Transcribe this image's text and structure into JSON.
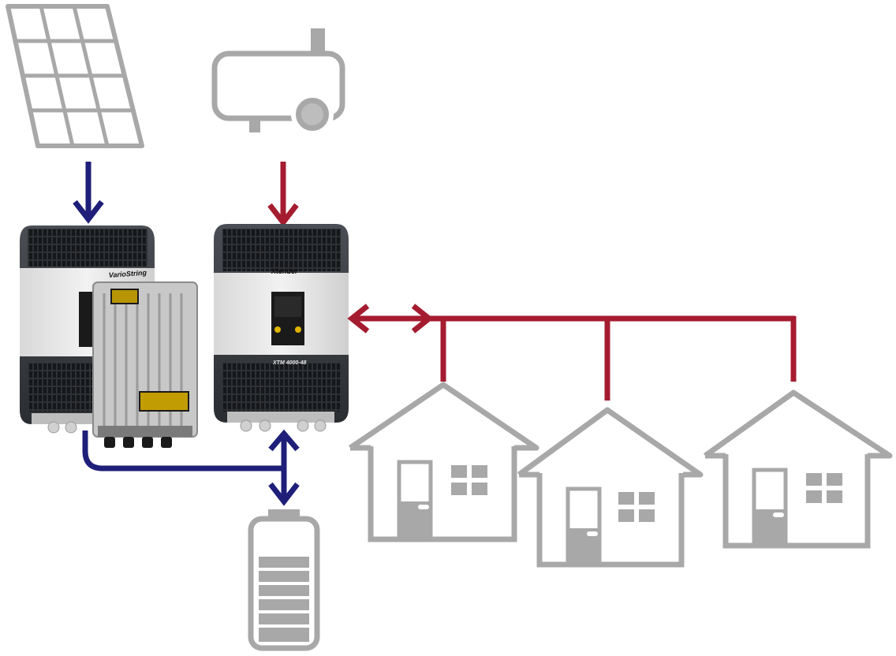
{
  "devices": {
    "varistring": {
      "label": "VarioString"
    },
    "xtender": {
      "label": "Xtender",
      "model": "XTM 4000-48"
    }
  },
  "colors": {
    "dc_flow": "#1f1f7a",
    "ac_flow": "#a51c30",
    "icon_gray": "#a8a8a8",
    "device_dark": "#3a3d42",
    "device_light": "#dcdcdc",
    "label_yellow": "#e0b400"
  },
  "icons": {
    "pv": "solar-panel-icon",
    "generator": "generator-icon",
    "battery": "battery-icon",
    "house": "house-icon"
  }
}
